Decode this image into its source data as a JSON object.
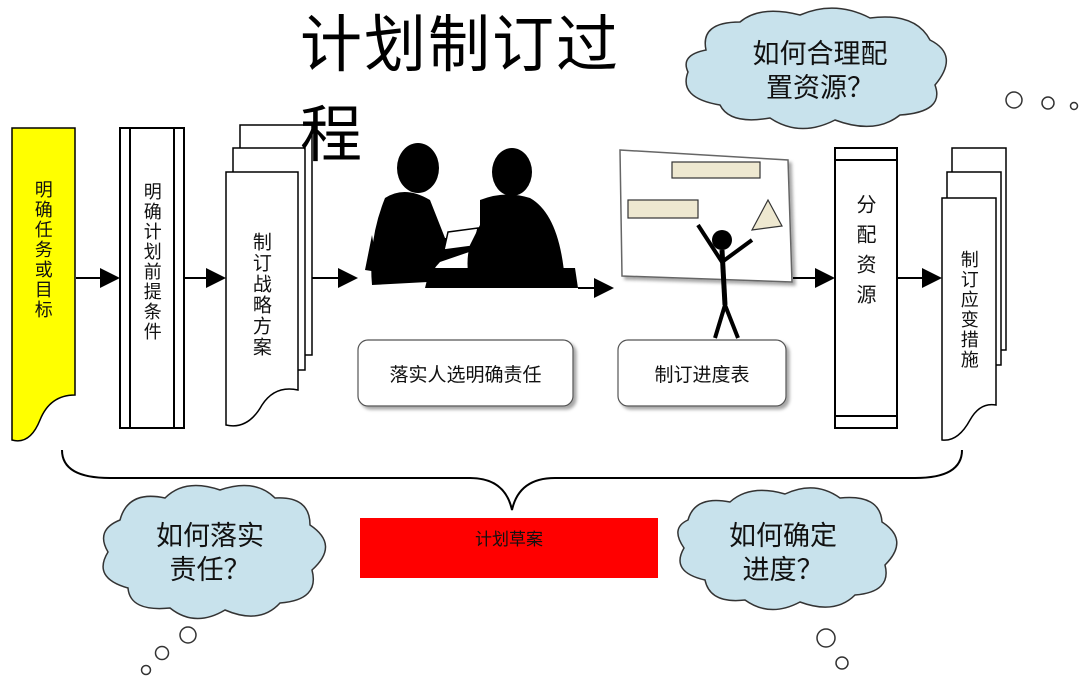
{
  "title": "计划制订过程",
  "steps": [
    {
      "label": "明确任务或目标"
    },
    {
      "label": "明确计划前提条件"
    },
    {
      "label": "制订战略方案"
    },
    {
      "label": "落实人选明确责任"
    },
    {
      "label": "制订进度表"
    },
    {
      "label": "分配资源"
    },
    {
      "label": "制订应变措施"
    }
  ],
  "draft_label": "计划草案",
  "clouds": {
    "resources": "如何合理配置资源？",
    "responsibility": "如何落实责任？",
    "schedule": "如何确定进度？"
  },
  "colors": {
    "highlight_yellow": "#ffff00",
    "draft_red": "#ff0000",
    "cloud_fill": "#c8e2ec"
  }
}
